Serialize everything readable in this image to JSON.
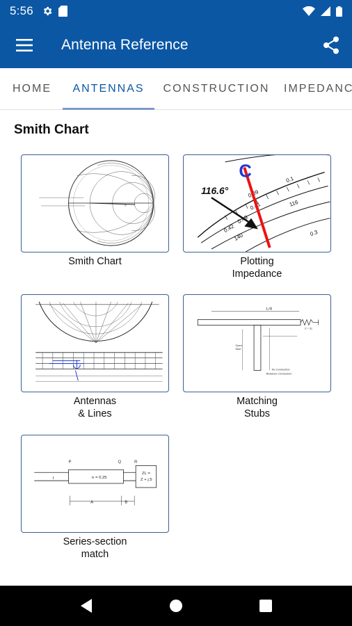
{
  "status_bar": {
    "time": "5:56",
    "icons_left": [
      "gear-icon",
      "sd-card-icon"
    ],
    "icons_right": [
      "wifi-icon",
      "cell-signal-icon",
      "battery-icon"
    ]
  },
  "app_bar": {
    "title": "Antenna Reference",
    "menu_icon": "hamburger-menu-icon",
    "share_icon": "share-icon",
    "color": "#0b57a4"
  },
  "tabs": [
    {
      "label": "HOME",
      "active": false
    },
    {
      "label": "ANTENNAS",
      "active": true
    },
    {
      "label": "CONSTRUCTION",
      "active": false
    },
    {
      "label": "IMPEDANC",
      "active": false
    }
  ],
  "section": {
    "title": "Smith Chart"
  },
  "cards": [
    {
      "caption": "Smith Chart"
    },
    {
      "caption": "Plotting\nImpedance",
      "image_text": {
        "letter": "C",
        "angle": "116.6°"
      }
    },
    {
      "caption": "Antennas\n& Lines"
    },
    {
      "caption": "Matching\nStubs",
      "image_text": {
        "top_label": "L/4"
      }
    },
    {
      "caption": "Series-section\nmatch",
      "image_text": {
        "p": "P",
        "q": "Q",
        "r": "R",
        "a": "A",
        "b": "B"
      }
    }
  ],
  "nav_bar": {
    "icons": [
      "back-triangle-icon",
      "home-circle-icon",
      "recents-square-icon"
    ]
  }
}
